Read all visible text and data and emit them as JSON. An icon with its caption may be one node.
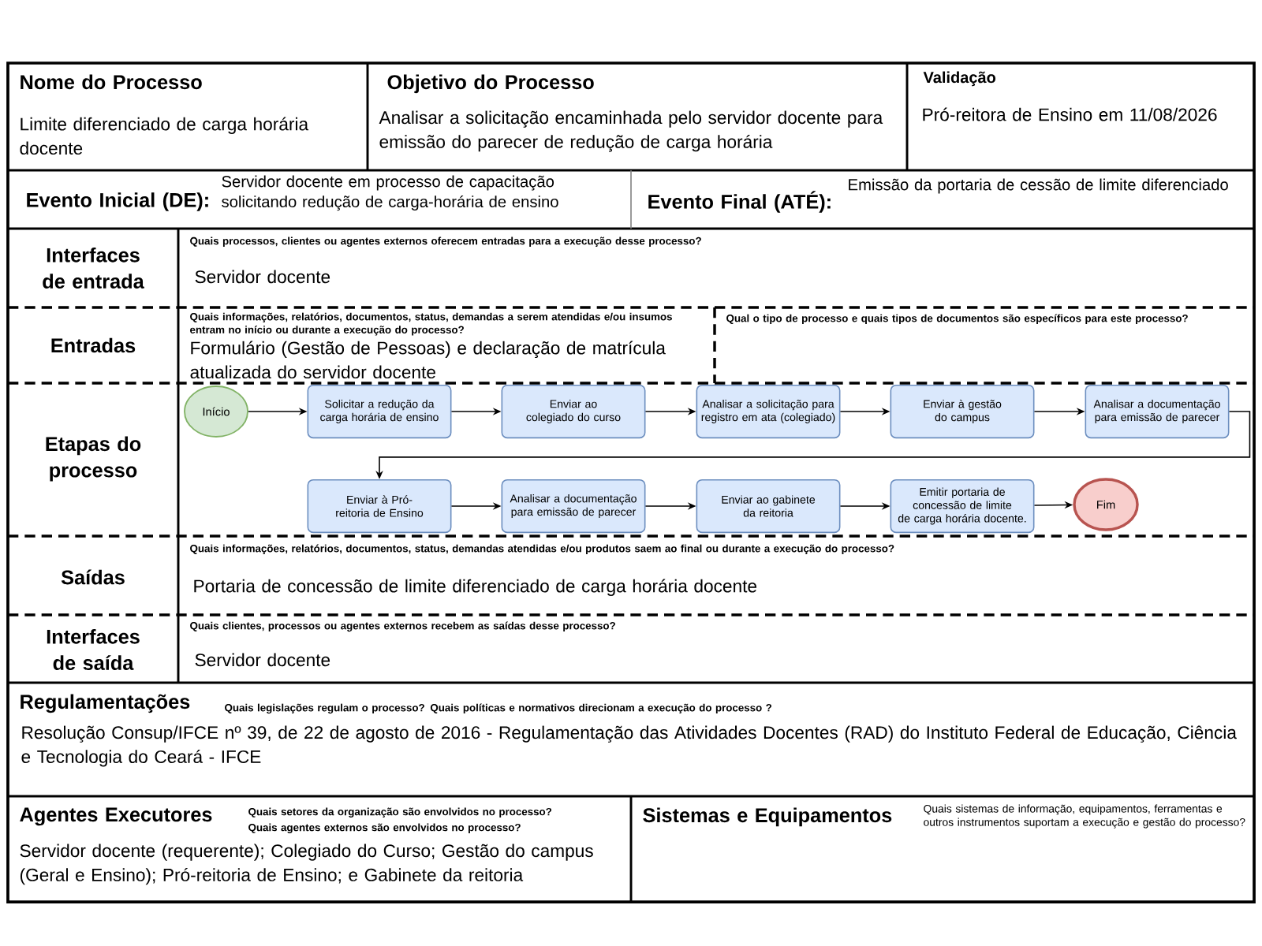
{
  "diagram": {
    "nodes": [
      {
        "text": [
          "Início"
        ]
      },
      {
        "text": [
          "Solicitar a redução da carga horária de ensino"
        ]
      },
      {
        "text": [
          "Enviar ao colegiado do curso"
        ]
      },
      {
        "text": [
          "Analisar a solicitação para registro em ata (colegiado)"
        ]
      },
      {
        "text": [
          "Enviar à gestão do campus"
        ]
      },
      {
        "text": [
          "Analisar a documentação para emissão de parecer"
        ]
      },
      {
        "text": [
          "Enviar à Pró-reitoria de Ensino"
        ]
      },
      {
        "text": [
          "Analisar a documentação para emissão de parecer"
        ]
      },
      {
        "text": [
          "Enviar ao gabinete da reitoria"
        ]
      },
      {
        "text": [
          "Emitir portaria de concessão de limite de carga horária docente."
        ]
      },
      {
        "text": [
          "Fim"
        ]
      }
    ],
    "edges": [
      {
        "from": 0,
        "to": 1,
        "arrow": "to"
      },
      {
        "from": 1,
        "to": 2,
        "arrow": "to"
      },
      {
        "from": 2,
        "to": 3,
        "arrow": "to"
      },
      {
        "from": 3,
        "to": 4,
        "arrow": "to"
      },
      {
        "from": 4,
        "to": 5,
        "arrow": "to"
      },
      {
        "from": 5,
        "to": 6,
        "arrow": "to"
      },
      {
        "from": 6,
        "to": 7,
        "arrow": "to"
      },
      {
        "from": 7,
        "to": 8,
        "arrow": "to"
      },
      {
        "from": 8,
        "to": 9,
        "arrow": "to"
      },
      {
        "from": 9,
        "to": 10,
        "arrow": "to"
      }
    ],
    "labels": [
      "Nome do Processo",
      "Limite diferenciado de carga horária docente",
      "Objetivo do Processo",
      "Analisar a solicitação encaminhada pelo servidor docente para emissão do parecer de redução de carga horária",
      "Validação",
      "Pró-reitora de Ensino em 11/08/2026",
      "Evento Inicial (DE):",
      "Servidor docente em processo de capacitação solicitando redução de carga-horária de ensino",
      "Evento Final (ATÉ):",
      "Emissão da portaria de cessão de limite diferenciado",
      "Interfaces de entrada",
      "Quais processos, clientes ou agentes externos oferecem entradas para a execução desse processo?",
      "Servidor docente",
      "Entradas",
      "Quais informações, relatórios, documentos, status, demandas a serem atendidas e/ou insumos entram no início ou durante a execução do processo?",
      "Formulário (Gestão de Pessoas) e declaração de matrícula atualizada do servidor docente",
      "Qual o tipo de processo e quais tipos de documentos são específicos para este processo?",
      "Etapas do processo",
      "Saídas",
      "Quais informações, relatórios, documentos, status, demandas atendidas e/ou produtos saem ao final ou durante a execução do processo?",
      "Portaria de concessão de limite diferenciado de carga horária docente",
      "Interfaces de saída",
      "Quais clientes, processos ou agentes externos recebem as saídas desse processo?",
      "Servidor docente",
      "Regulamentações",
      "Quais legislações regulam o processo? Quais políticas e normativos direcionam a execução do processo ?",
      "Resolução Consup/IFCE nº 39, de 22 de agosto de 2016 - Regulamentação das Atividades Docentes (RAD) do Instituto Federal de Educação, Ciência e Tecnologia do Ceará - IFCE",
      "Agentes Executores",
      "Quais setores da organização são envolvidos no processo?",
      "Quais agentes externos são envolvidos no processo?",
      "Servidor docente (requerente); Colegiado do Curso; Gestão do campus (Geral e Ensino); Pró-reitoria de Ensino; e Gabinete da reitoria",
      "Sistemas e Equipamentos",
      "Quais sistemas de informação, equipamentos, ferramentas e outros instrumentos suportam a execução e gestão do processo?"
    ]
  }
}
